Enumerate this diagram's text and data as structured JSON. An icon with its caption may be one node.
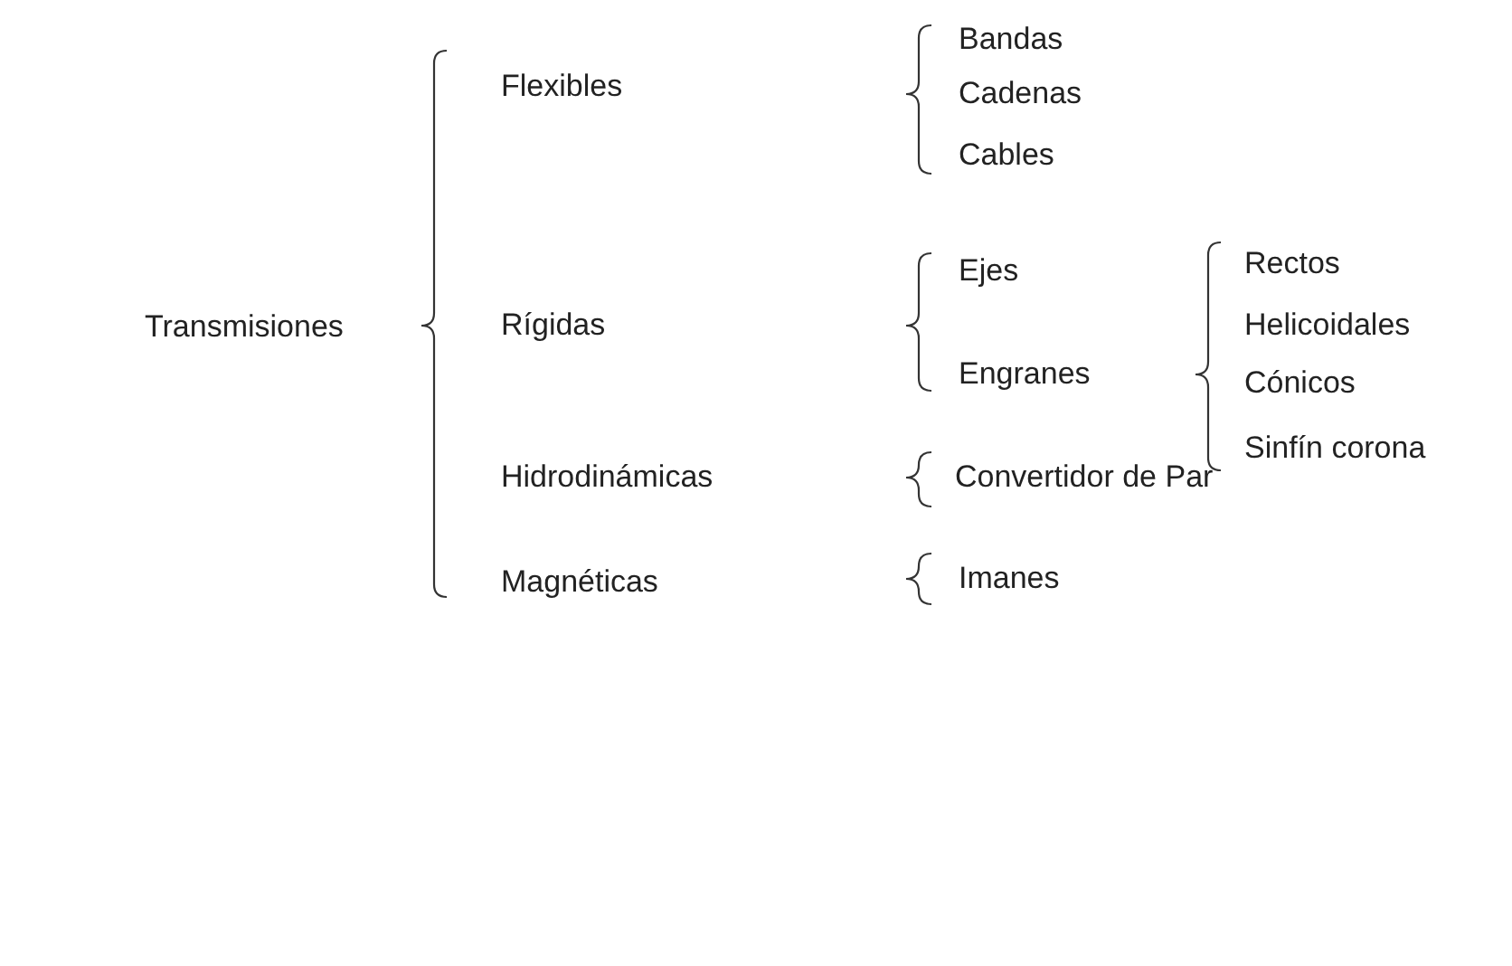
{
  "diagram": {
    "labels": [
      "Transmisiones",
      "Flexibles",
      "Bandas",
      "Cadenas",
      "Cables",
      "Rígidas",
      "Ejes",
      "Engranes",
      "Rectos",
      "Helicoidales",
      "Cónicos",
      "Sinfín corona",
      "Hidrodinámicas",
      "Convertidor de Par",
      "Magnéticas",
      "Imanes"
    ]
  }
}
